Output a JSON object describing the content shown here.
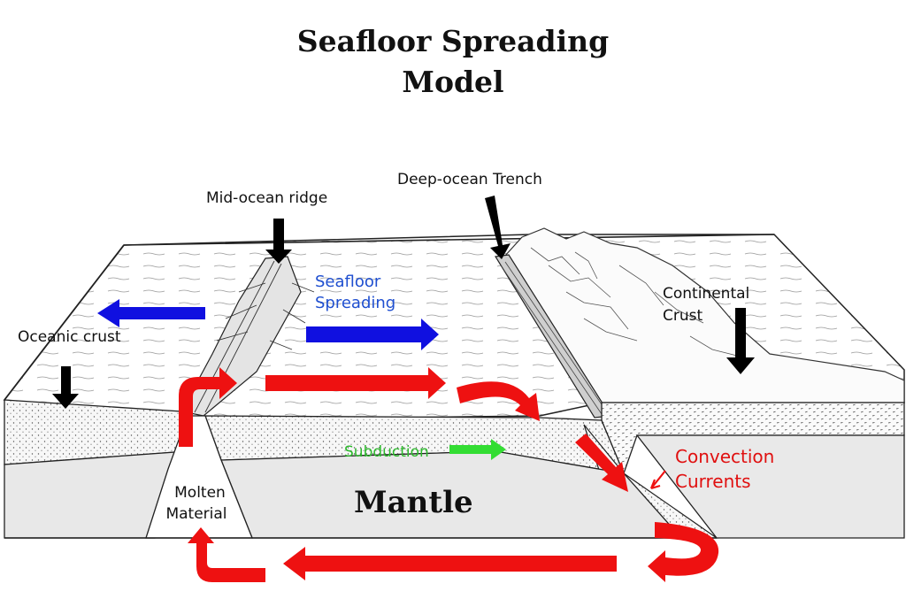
{
  "title": {
    "line1": "Seafloor Spreading",
    "line2": "Model"
  },
  "labels": {
    "mid_ocean_ridge": "Mid-ocean ridge",
    "deep_ocean_trench": "Deep-ocean Trench",
    "seafloor_spreading_1": "Seafloor",
    "seafloor_spreading_2": "Spreading",
    "oceanic_crust": "Oceanic crust",
    "continental_crust_1": "Continental",
    "continental_crust_2": "Crust",
    "subduction": "Subduction",
    "convection_1": "Convection",
    "convection_2": "Currents",
    "molten_1": "Molten",
    "molten_2": "Material",
    "mantle": "Mantle"
  },
  "colors": {
    "convection_arrows": "#ee1111",
    "spreading_arrows": "#1010e0",
    "subduction_arrow": "#33dd33",
    "pointer_arrows": "#000000",
    "mantle_fill": "#e8e8e8",
    "crust_fill": "#f4f4f4"
  }
}
